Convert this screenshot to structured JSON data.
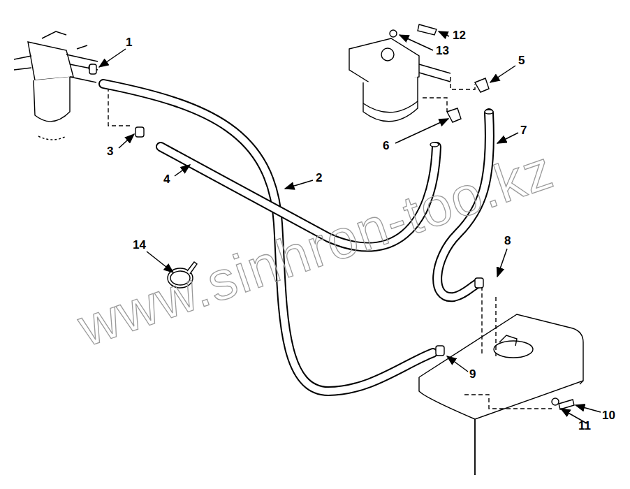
{
  "diagram": {
    "labels": [
      "1",
      "2",
      "3",
      "4",
      "5",
      "6",
      "7",
      "8",
      "9",
      "10",
      "11",
      "12",
      "13",
      "14",
      "www.sinhron-too.kz"
    ]
  }
}
